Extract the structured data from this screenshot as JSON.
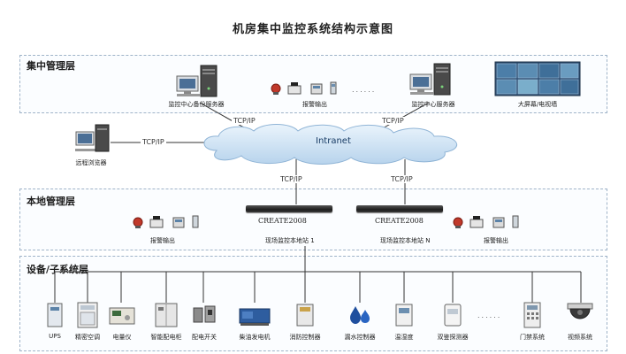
{
  "title": "机房集中监控系统结构示意图",
  "layers": {
    "central": {
      "label": "集中管理层"
    },
    "local": {
      "label": "本地管理层"
    },
    "device": {
      "label": "设备/子系统层"
    }
  },
  "central": {
    "backup_server": "监控中心备份服务器",
    "main_server": "监控中心服务器",
    "alarm_output": "报警输出",
    "big_screen": "大屏幕/电视墙",
    "dots": "......"
  },
  "network": {
    "cloud": "Intranet",
    "tcp_left": "TCP/IP",
    "tcp_right": "TCP/IP",
    "tcp_remote": "TCP/IP",
    "tcp_down_left": "TCP/IP",
    "tcp_down_right": "TCP/IP",
    "remote_browser": "远程浏览器"
  },
  "local": {
    "device1": "CREATE2008",
    "device2": "CREATE2008",
    "station1": "现场监控本地站 1",
    "station2": "现场监控本地站 N",
    "alarm_left": "报警输出",
    "alarm_right": "报警输出"
  },
  "devices": {
    "items": [
      "UPS",
      "精密空调",
      "电量仪",
      "智能配电柜",
      "配电开关",
      "柴油发电机",
      "消防控制器",
      "漏水控制器",
      "温湿度",
      "双鉴探测器",
      "门禁系统",
      "视频系统"
    ],
    "dots": "......"
  }
}
